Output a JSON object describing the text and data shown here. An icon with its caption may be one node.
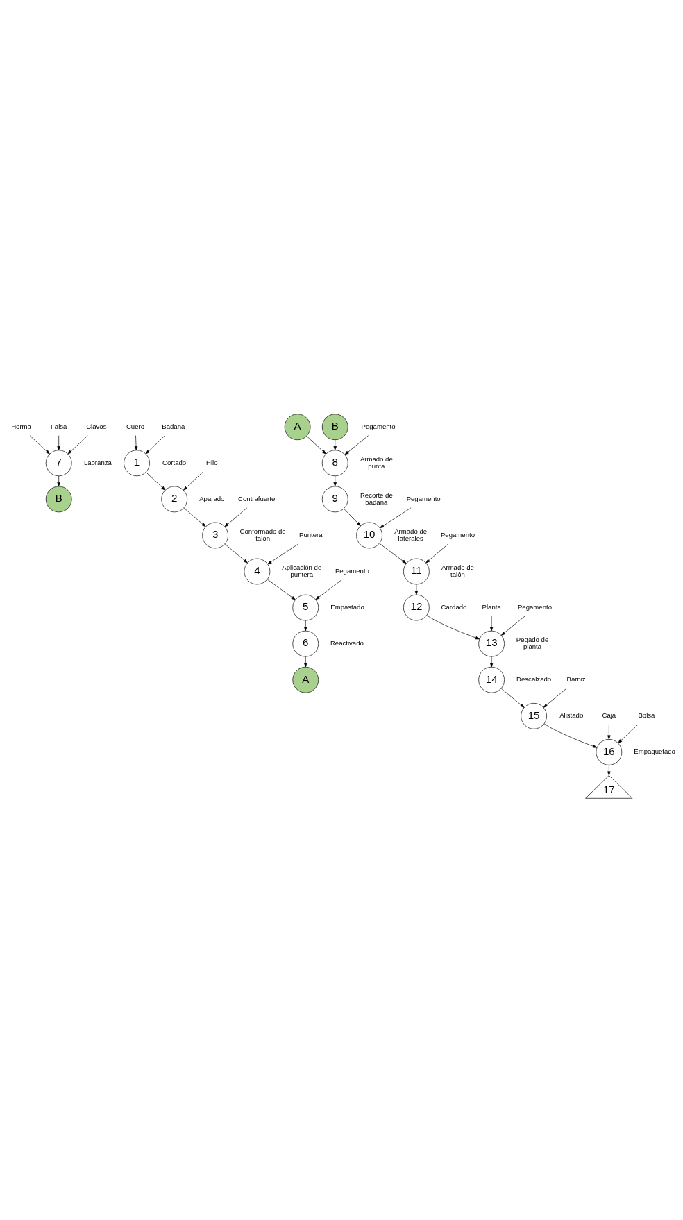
{
  "diagram": {
    "nodes": [
      {
        "text": [
          "Horma"
        ]
      },
      {
        "text": [
          "Falsa"
        ]
      },
      {
        "text": [
          "Clavos"
        ]
      },
      {
        "text": [
          "7"
        ],
        "beside": [
          "Labranza"
        ]
      },
      {
        "text": [
          "B"
        ]
      },
      {
        "text": [
          "Cuero"
        ]
      },
      {
        "text": [
          "Badana"
        ]
      },
      {
        "text": [
          "1"
        ],
        "beside": [
          "Cortado"
        ]
      },
      {
        "text": [
          "Hilo"
        ]
      },
      {
        "text": [
          "2"
        ],
        "beside": [
          "Aparado"
        ]
      },
      {
        "text": [
          "Contrafuerte"
        ]
      },
      {
        "text": [
          "3"
        ],
        "beside": [
          "Conformado de talón"
        ]
      },
      {
        "text": [
          "Puntera"
        ]
      },
      {
        "text": [
          "4"
        ],
        "beside": [
          "Aplicación de puntera"
        ]
      },
      {
        "text": [
          "Pegamento"
        ]
      },
      {
        "text": [
          "5"
        ],
        "beside": [
          "Empastado"
        ]
      },
      {
        "text": [
          "6"
        ],
        "beside": [
          "Reactivado"
        ]
      },
      {
        "text": [
          "A"
        ]
      },
      {
        "text": [
          "A"
        ]
      },
      {
        "text": [
          "B"
        ]
      },
      {
        "text": [
          "Pegamento"
        ]
      },
      {
        "text": [
          "8"
        ],
        "beside": [
          "Armado de punta"
        ]
      },
      {
        "text": [
          "9"
        ],
        "beside": [
          "Recorte de badana"
        ]
      },
      {
        "text": [
          "Pegamento"
        ]
      },
      {
        "text": [
          "10"
        ],
        "beside": [
          "Armado de laterales"
        ]
      },
      {
        "text": [
          "Pegamento"
        ]
      },
      {
        "text": [
          "11"
        ],
        "beside": [
          "Armado de talón"
        ]
      },
      {
        "text": [
          "12"
        ],
        "beside": [
          "Cardado"
        ]
      },
      {
        "text": [
          "Planta"
        ]
      },
      {
        "text": [
          "Pegamento"
        ]
      },
      {
        "text": [
          "13"
        ],
        "beside": [
          "Pegado de planta"
        ]
      },
      {
        "text": [
          "14"
        ],
        "beside": [
          "Descalzado"
        ]
      },
      {
        "text": [
          "Barniz"
        ]
      },
      {
        "text": [
          "15"
        ],
        "beside": [
          "Alistado"
        ]
      },
      {
        "text": [
          "Caja"
        ]
      },
      {
        "text": [
          "Bolsa"
        ]
      },
      {
        "text": [
          "16"
        ],
        "beside": [
          "Empaquetado"
        ]
      },
      {
        "text": [
          "17"
        ]
      }
    ],
    "edges": [
      {
        "from": 0,
        "to": 3,
        "arrow": "to"
      },
      {
        "from": 1,
        "to": 3,
        "arrow": "to"
      },
      {
        "from": 2,
        "to": 3,
        "arrow": "to"
      },
      {
        "from": 3,
        "to": 4,
        "arrow": "to"
      },
      {
        "from": 5,
        "to": 7,
        "arrow": "to"
      },
      {
        "from": 6,
        "to": 7,
        "arrow": "to"
      },
      {
        "from": 7,
        "to": 9,
        "arrow": "to"
      },
      {
        "from": 8,
        "to": 9,
        "arrow": "to"
      },
      {
        "from": 9,
        "to": 11,
        "arrow": "to"
      },
      {
        "from": 10,
        "to": 11,
        "arrow": "to"
      },
      {
        "from": 11,
        "to": 13,
        "arrow": "to"
      },
      {
        "from": 12,
        "to": 13,
        "arrow": "to"
      },
      {
        "from": 13,
        "to": 15,
        "arrow": "to"
      },
      {
        "from": 14,
        "to": 15,
        "arrow": "to"
      },
      {
        "from": 15,
        "to": 16,
        "arrow": "to"
      },
      {
        "from": 16,
        "to": 17,
        "arrow": "to"
      },
      {
        "from": 18,
        "to": 21,
        "arrow": "to"
      },
      {
        "from": 19,
        "to": 21,
        "arrow": "to"
      },
      {
        "from": 20,
        "to": 21,
        "arrow": "to"
      },
      {
        "from": 21,
        "to": 22,
        "arrow": "to"
      },
      {
        "from": 22,
        "to": 24,
        "arrow": "to"
      },
      {
        "from": 23,
        "to": 24,
        "arrow": "to"
      },
      {
        "from": 24,
        "to": 26,
        "arrow": "to"
      },
      {
        "from": 25,
        "to": 26,
        "arrow": "to"
      },
      {
        "from": 26,
        "to": 27,
        "arrow": "to"
      },
      {
        "from": 27,
        "to": 30,
        "arrow": "to"
      },
      {
        "from": 28,
        "to": 30,
        "arrow": "to"
      },
      {
        "from": 29,
        "to": 30,
        "arrow": "to"
      },
      {
        "from": 30,
        "to": 31,
        "arrow": "to"
      },
      {
        "from": 31,
        "to": 33,
        "arrow": "to"
      },
      {
        "from": 32,
        "to": 33,
        "arrow": "to"
      },
      {
        "from": 33,
        "to": 36,
        "arrow": "to"
      },
      {
        "from": 34,
        "to": 36,
        "arrow": "to"
      },
      {
        "from": 35,
        "to": 36,
        "arrow": "to"
      },
      {
        "from": 36,
        "to": 37,
        "arrow": "to"
      }
    ]
  }
}
